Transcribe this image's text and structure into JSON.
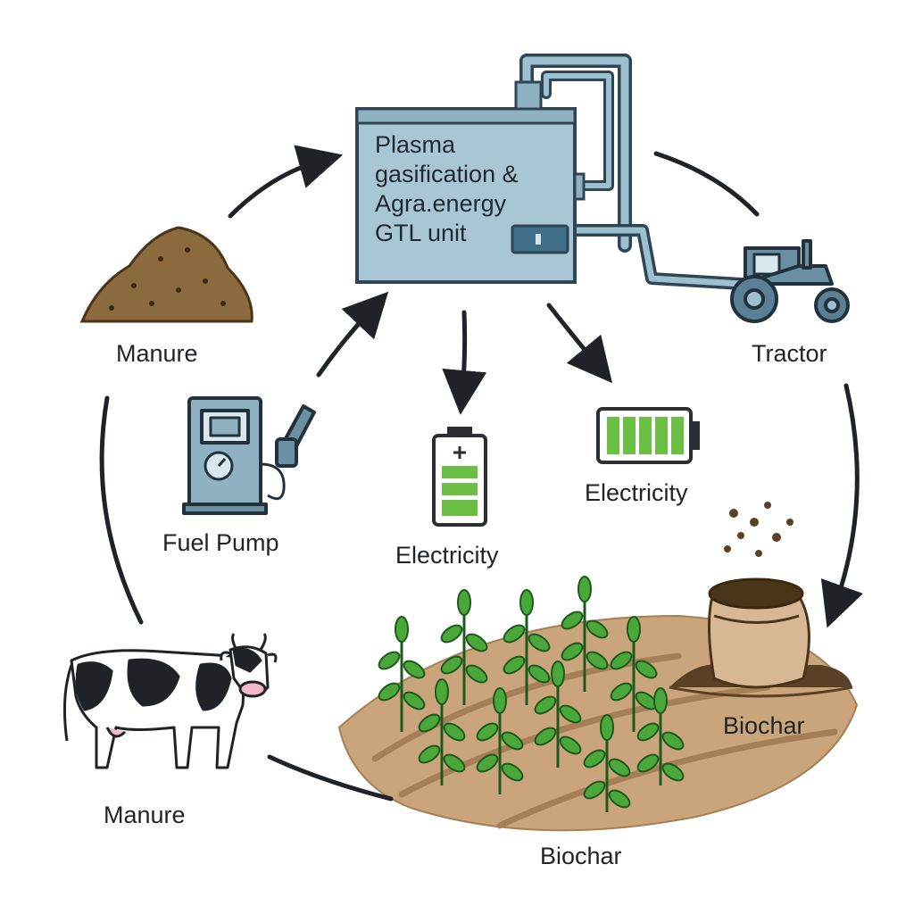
{
  "unit": {
    "lines": [
      "Plasma",
      "gasification &",
      "Agra.energy",
      "GTL unit"
    ]
  },
  "labels": {
    "manure_top": "Manure",
    "tractor": "Tractor",
    "fuel_pump": "Fuel Pump",
    "electricity_center": "Electricity",
    "electricity_right": "Electricity",
    "biochar_bag": "Biochar",
    "manure_bottom": "Manure",
    "biochar_bottom": "Biochar"
  },
  "colors": {
    "arrow": "#1f2328",
    "unit_fill": "#a9c6d4",
    "unit_stroke": "#2f4554",
    "pipe": "#7fa8bc",
    "battery_green": "#6cbf45",
    "plant_green": "#4a9a3a",
    "soil": "#c9a47a",
    "manure": "#8a6a3c"
  }
}
